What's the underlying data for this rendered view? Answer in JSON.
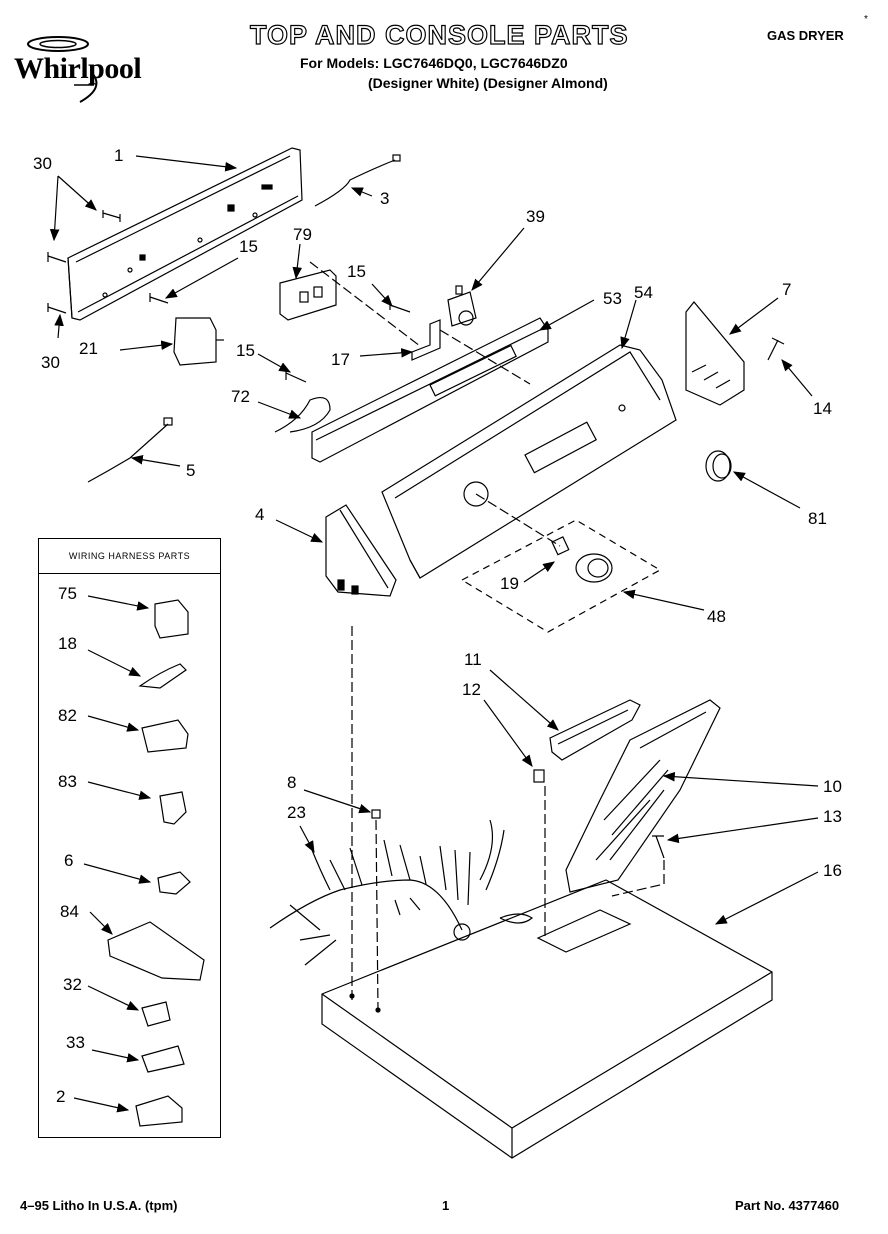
{
  "header": {
    "brand": "Whirlpool",
    "title": "TOP AND CONSOLE PARTS",
    "models_line": "For Models: LGC7646DQ0, LGC7646DZ0",
    "variants_line": "(Designer White) (Designer Almond)",
    "product": "GAS DRYER",
    "corner_mark": "*"
  },
  "wiring_box": {
    "title": "WIRING HARNESS PARTS",
    "items": [
      "75",
      "18",
      "82",
      "83",
      "6",
      "84",
      "32",
      "33",
      "2"
    ]
  },
  "callouts": [
    "1",
    "30",
    "30",
    "3",
    "39",
    "79",
    "15",
    "15",
    "15",
    "53",
    "54",
    "7",
    "21",
    "17",
    "72",
    "14",
    "5",
    "81",
    "4",
    "19",
    "48",
    "11",
    "12",
    "10",
    "13",
    "8",
    "23",
    "16"
  ],
  "footer": {
    "left": "4–95 Litho In U.S.A. (tpm)",
    "center": "1",
    "right": "Part No. 4377460"
  }
}
